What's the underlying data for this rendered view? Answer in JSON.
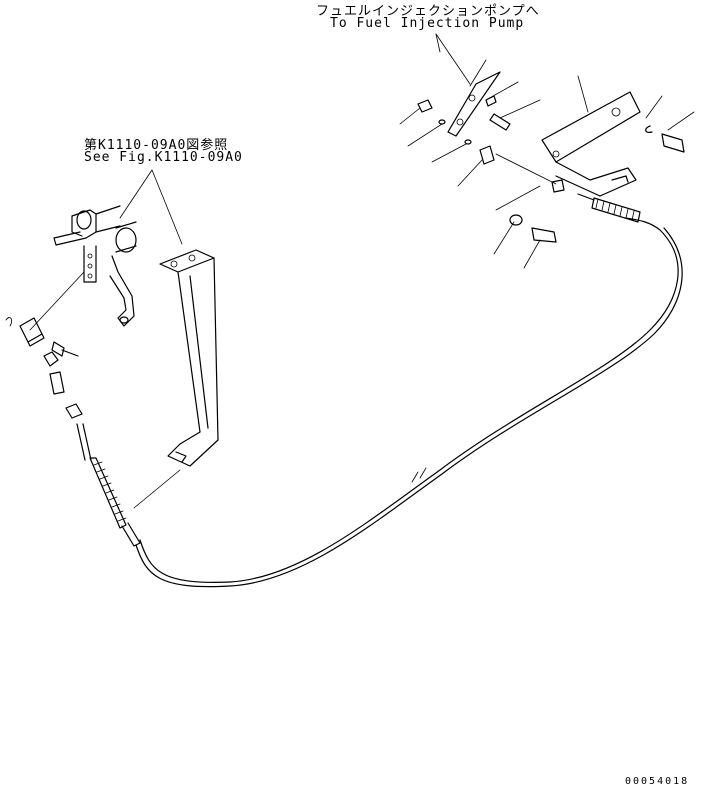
{
  "labels": {
    "top_jp": "フュエルインジェクションポンプへ",
    "top_en": "To Fuel Injection Pump",
    "left_jp": "第K1110-09A0図参照",
    "left_en": "See Fig.K1110-09A0",
    "drawing_code": "00054018"
  }
}
